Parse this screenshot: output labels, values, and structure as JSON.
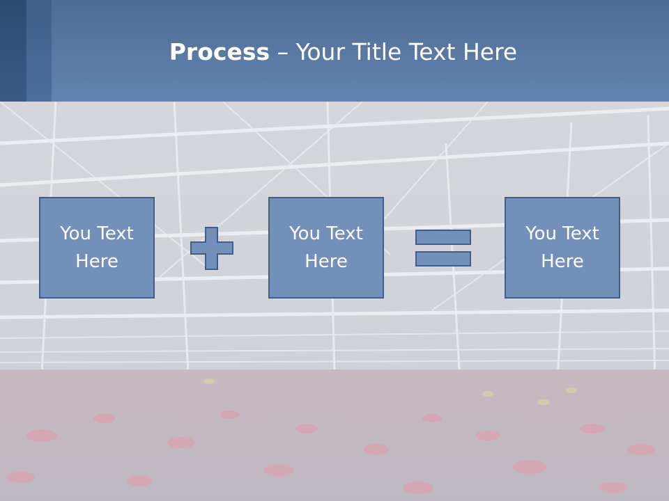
{
  "slide": {
    "title_bold": "Process",
    "title_rest": " – Your Title Text Here",
    "boxes": [
      {
        "line1": "You Text",
        "line2": "Here"
      },
      {
        "line1": "You Text",
        "line2": "Here"
      },
      {
        "line1": "You Text",
        "line2": "Here"
      }
    ],
    "operators": [
      "plus-icon",
      "equals-icon"
    ],
    "colors": {
      "header": "#6384b0",
      "box_fill": "#7390bb",
      "box_border": "#3f5d88",
      "text": "#ffffff"
    }
  }
}
